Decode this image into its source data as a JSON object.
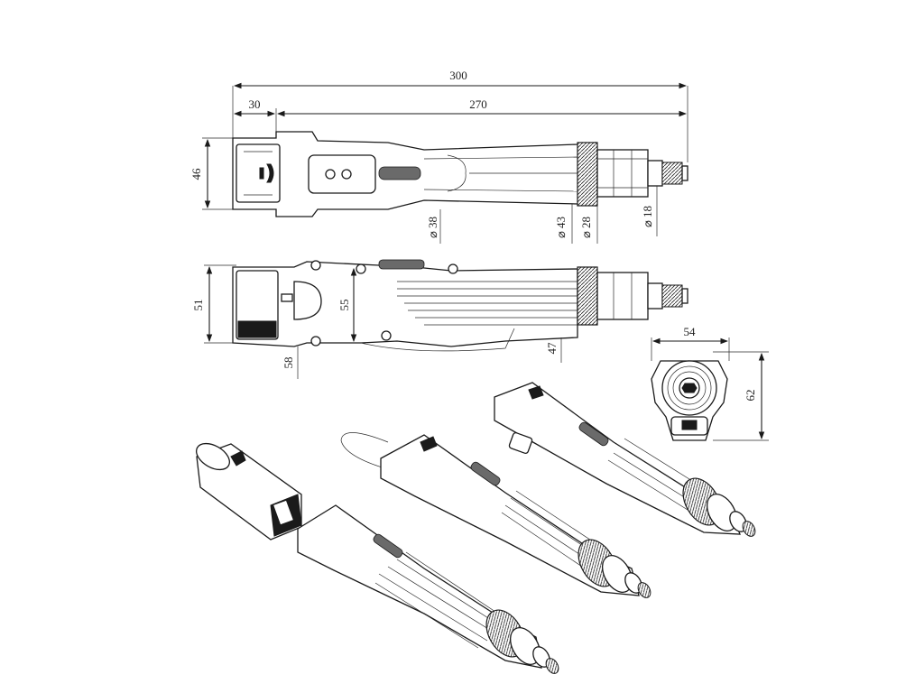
{
  "dimensions": {
    "overall_length": "300",
    "battery_length": "30",
    "body_length": "270",
    "top_height": "46",
    "dia_38": "⌀ 38",
    "dia_43": "⌀ 43",
    "dia_28": "⌀ 28",
    "dia_18": "⌀ 18",
    "side_height": "51",
    "mid_height": "55",
    "bottom_58": "58",
    "bottom_47": "47",
    "end_width": "54",
    "end_height": "62"
  },
  "icons": {
    "logo": "brand-logo-icon"
  }
}
